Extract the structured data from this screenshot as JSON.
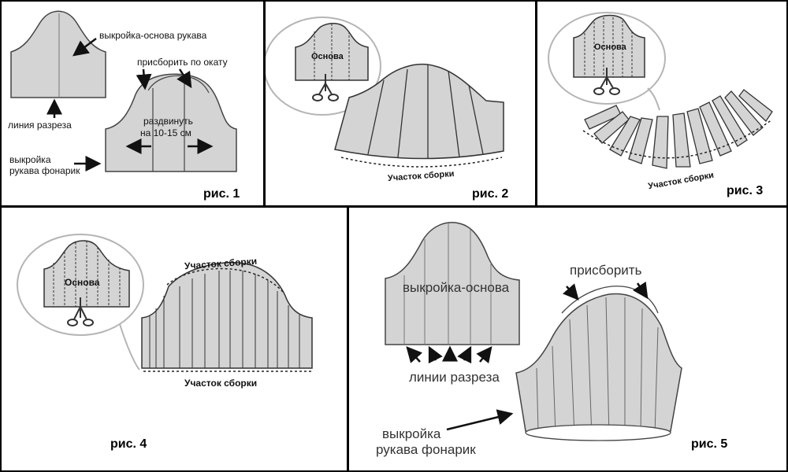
{
  "fig1": {
    "caption": "рис. 1",
    "base_label": "выкройка-основа рукава",
    "gather_label": "присборить по окату",
    "spread_label_line1": "раздвинуть",
    "spread_label_line2": "на 10-15 см",
    "cut_line_label": "линия разреза",
    "lantern_label_line1": "выкройка",
    "lantern_label_line2": "рукава фонарик"
  },
  "fig2": {
    "caption": "рис. 2",
    "inset_label": "Основа",
    "gather_area": "Участок сборки"
  },
  "fig3": {
    "caption": "рис. 3",
    "inset_label": "Основа",
    "gather_area": "Участок сборки"
  },
  "fig4": {
    "caption": "рис. 4",
    "inset_label": "Основа",
    "gather_area_top": "Участок сборки",
    "gather_area_bottom": "Участок сборки"
  },
  "fig5": {
    "caption": "рис. 5",
    "base_label": "выкройка-основа",
    "cut_lines_label": "линии разреза",
    "gather_label": "присборить",
    "lantern_label_line1": "выкройка",
    "lantern_label_line2": "рукава фонарик"
  },
  "colors": {
    "fill": "#d4d4d4",
    "stroke": "#333333",
    "bubble": "#b5b5b5"
  },
  "icons": [
    "scissors-icon",
    "arrow-icon"
  ]
}
